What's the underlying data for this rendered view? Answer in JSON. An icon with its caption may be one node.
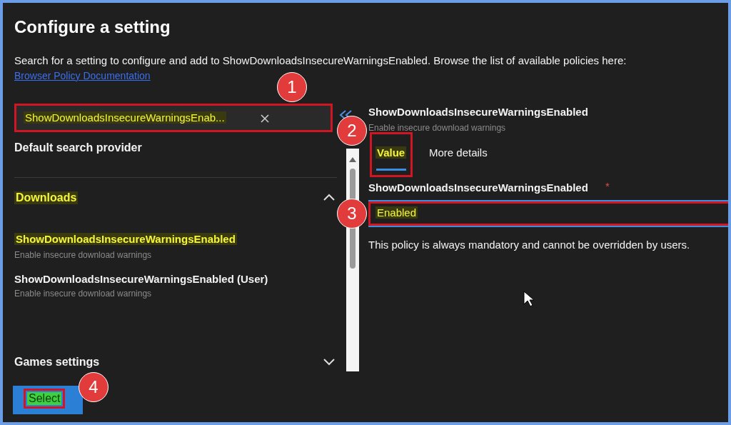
{
  "diagram": {
    "title": "Configure a setting",
    "labels": [
      "Search for a setting to configure and add to ShowDownloadsInsecureWarningsEnabled. Browse the list of available policies here:",
      "Browser Policy Documentation",
      "1",
      "ShowDownloadsInsecureWarningsEnab...",
      "ShowDownloadsInsecureWarningsEnabled",
      "Enable insecure download warnings",
      "2",
      "Default search provider",
      "Value",
      "More details",
      "Downloads",
      "ShowDownloadsInsecureWarningsEnabled",
      "*",
      "3",
      "Enabled",
      "ShowDownloadsInsecureWarningsEnabled",
      "Enable insecure download warnings",
      "This policy is always mandatory and cannot be overridden by users.",
      "ShowDownloadsInsecureWarningsEnabled (User)",
      "Enable insecure download warnings",
      "Games settings",
      "4",
      "Select"
    ]
  }
}
